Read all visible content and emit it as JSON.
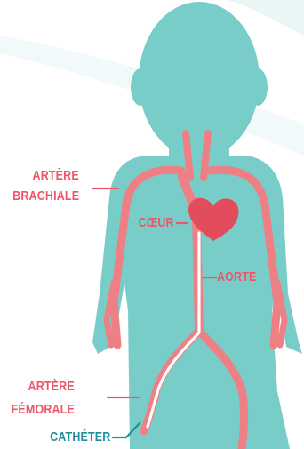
{
  "colors": {
    "background_arc": "#eaf5f6",
    "silhouette": "#79cdc9",
    "artery": "#ee7f84",
    "heart": "#e24c5c",
    "label_red": "#ee5567",
    "label_teal": "#1f8f9c",
    "catheter": "#ffffff"
  },
  "labels": {
    "brachial_line1": "ARTÈRE",
    "brachial_line2": "BRACHIALE",
    "heart": "CŒUR",
    "aorta": "AORTE",
    "femoral_line1": "ARTÈRE",
    "femoral_line2": "FÉMORALE",
    "catheter": "CATHÉTER"
  }
}
